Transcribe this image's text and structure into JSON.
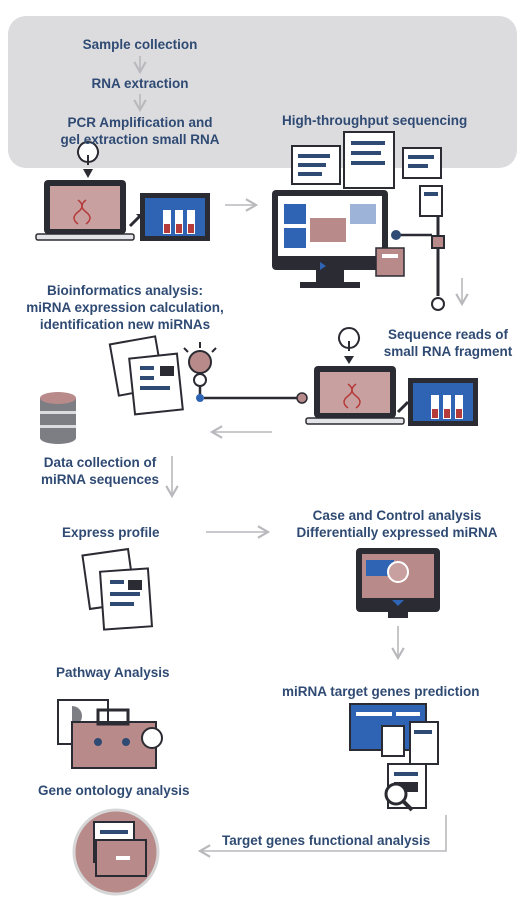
{
  "steps": {
    "sample_collection": "Sample collection",
    "rna_extraction": "RNA extraction",
    "pcr_line1": "PCR Amplification and",
    "pcr_line2": "gel extraction small RNA",
    "hts": "High-throughput sequencing",
    "bio_line1": "Bioinformatics analysis:",
    "bio_line2": "miRNA expression calculation,",
    "bio_line3": "identification new miRNAs",
    "seq_line1": "Sequence reads of",
    "seq_line2": "small RNA fragment",
    "data_line1": "Data collection of",
    "data_line2": "miRNA sequences",
    "express_profile": "Express profile",
    "case_line1": "Case and Control analysis",
    "case_line2": "Differentially expressed miRNA",
    "pathway": "Pathway Analysis",
    "target_prediction": "miRNA target genes prediction",
    "gene_ontology": "Gene ontology analysis",
    "target_functional": "Target genes functional analysis"
  },
  "colors": {
    "navy": "#2f4a73",
    "dark": "#2b2b33",
    "blue": "#2f63b3",
    "mauve": "#b88a8a",
    "gray_band": "#dcdcdf",
    "arrow": "#b9b9bd"
  }
}
